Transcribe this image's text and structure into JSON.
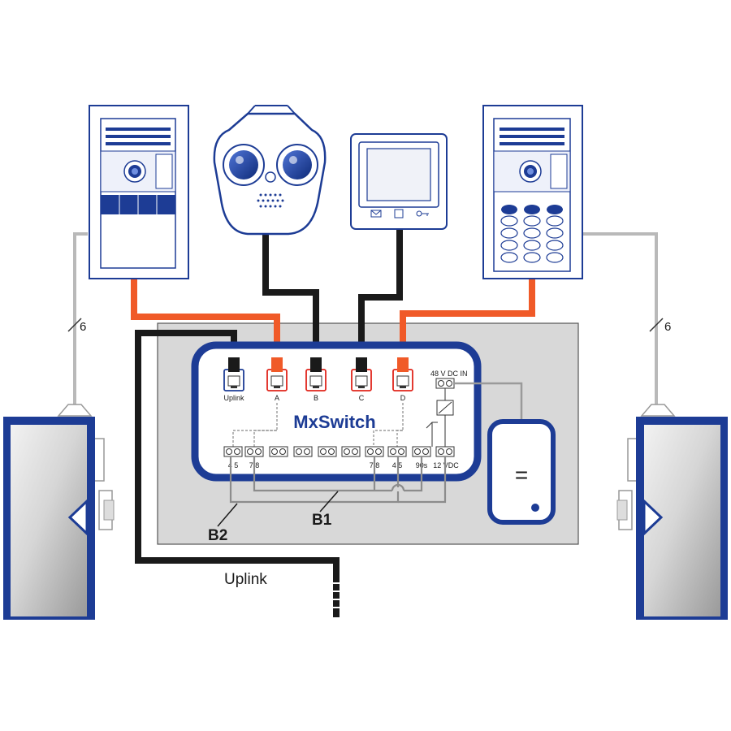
{
  "switch": {
    "name": "MxSwitch",
    "ports": [
      {
        "label": "Uplink",
        "border": "blue"
      },
      {
        "label": "A",
        "border": "red"
      },
      {
        "label": "B",
        "border": "red"
      },
      {
        "label": "C",
        "border": "red"
      },
      {
        "label": "D",
        "border": "red"
      }
    ],
    "power_in_label": "48 V DC IN",
    "terminal_labels": {
      "left_45": "4 5",
      "left_78": "7 8",
      "right_78": "7 8",
      "right_45": "4 5",
      "timer": "90s",
      "vdc": "12 VDC"
    }
  },
  "bus_labels": {
    "b1": "B1",
    "b2": "B2"
  },
  "uplink_label": "Uplink",
  "wire_counts": {
    "left": "6",
    "right": "6"
  },
  "power_supply_symbol": "=",
  "colors": {
    "brand_blue": "#1d3c95",
    "port_red": "#e0251b",
    "cable_orange": "#f05a28",
    "cable_black": "#1a1a1a",
    "wire_gray": "#b9b9b9",
    "panel_gray": "#d8d8d8"
  }
}
